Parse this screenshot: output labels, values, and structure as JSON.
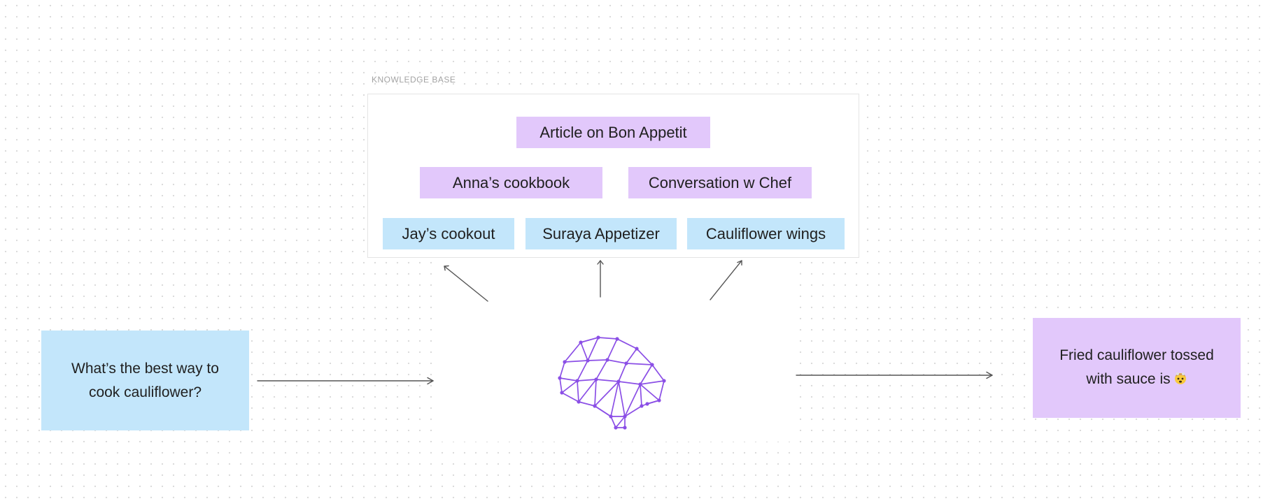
{
  "knowledge_base": {
    "label": "KNOWLEDGE BASE",
    "sources": [
      {
        "text": "Article on Bon Appetit",
        "color": "#e2c8fb"
      },
      {
        "text": "Anna’s cookbook",
        "color": "#e2c8fb"
      },
      {
        "text": "Conversation w Chef",
        "color": "#e2c8fb"
      },
      {
        "text": "Jay’s cookout",
        "color": "#c3e6fb"
      },
      {
        "text": "Suraya Appetizer",
        "color": "#c3e6fb"
      },
      {
        "text": "Cauliflower wings",
        "color": "#c3e6fb"
      }
    ]
  },
  "question": {
    "line1": "What’s the best way to",
    "line2": "cook cauliflower?"
  },
  "answer": {
    "line1": "Fried cauliflower tossed",
    "line2": "with sauce is",
    "emoji": "mind-blown-face"
  },
  "brain": {
    "icon": "brain-network-icon",
    "color": "#8b4fe6"
  },
  "colors": {
    "purple_chip": "#e2c8fb",
    "blue_chip": "#c3e6fb",
    "arrow": "#555555",
    "brain": "#8b4fe6"
  }
}
